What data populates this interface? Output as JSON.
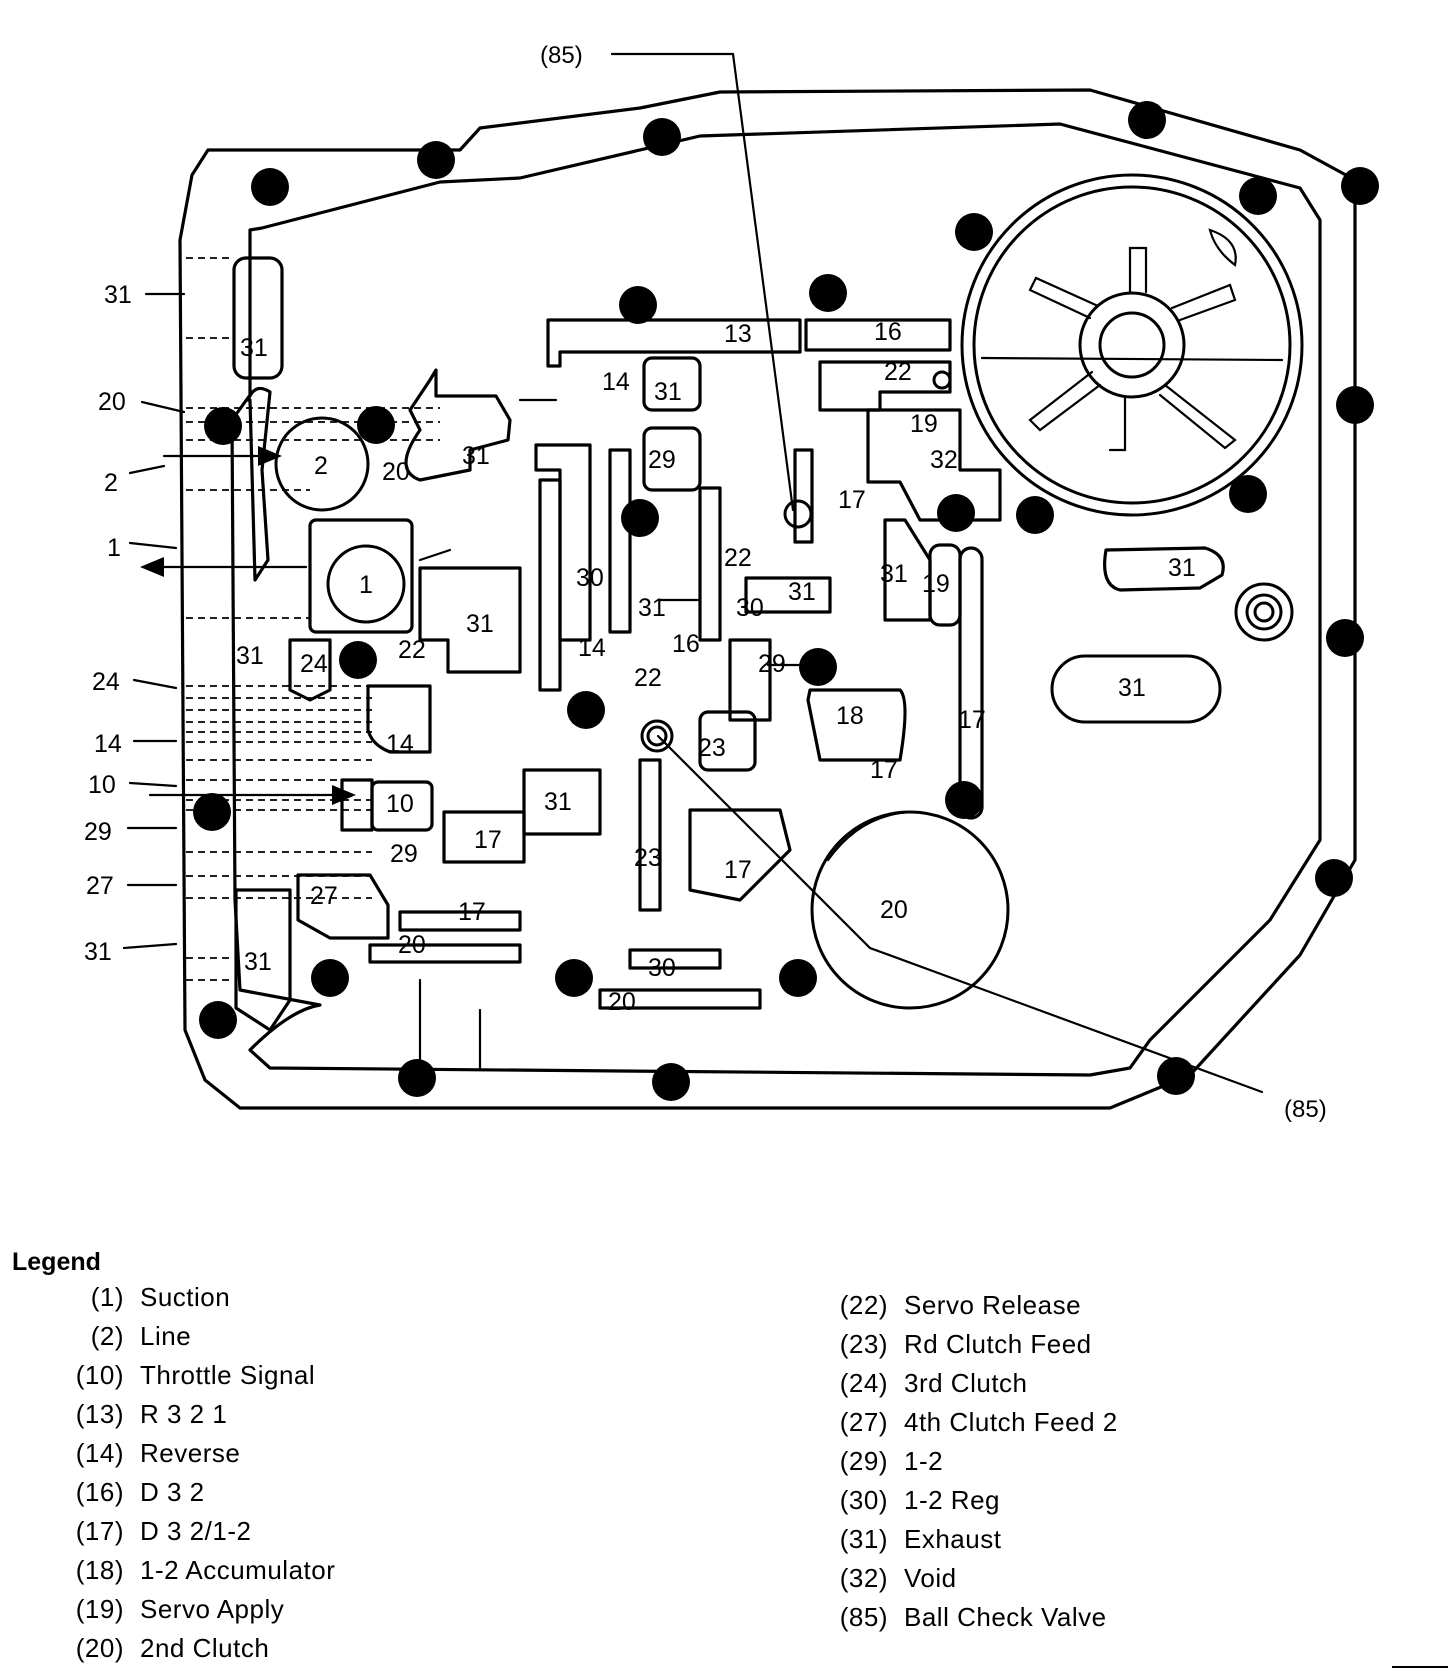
{
  "callouts": {
    "top": "(85)",
    "bottom": "(85)"
  },
  "left_labels": [
    "31",
    "20",
    "2",
    "1",
    "24",
    "14",
    "10",
    "29",
    "27",
    "31"
  ],
  "passages": {
    "p13": "13",
    "p16a": "16",
    "p22a": "22",
    "p19a": "19",
    "p32": "32",
    "p14a": "14",
    "p31a": "31",
    "p29a": "29",
    "p31b": "31",
    "p31c": "31",
    "p20a": "20",
    "p2": "2",
    "p1": "1",
    "p31d": "31",
    "p17a": "17",
    "p22b": "22",
    "p31e": "31",
    "p19b": "19",
    "p31f": "31",
    "p30a": "30",
    "p31g": "31",
    "p30b": "30",
    "p31h": "31",
    "p14b": "14",
    "p16b": "16",
    "p22c": "22",
    "p29b": "29",
    "p31i": "31",
    "p24": "24",
    "p22d": "22",
    "p14c": "14",
    "p18": "18",
    "p17b": "17",
    "p23a": "23",
    "p17c": "17",
    "p10": "10",
    "p31j": "31",
    "p17d": "17",
    "p29c": "29",
    "p23b": "23",
    "p17e": "17",
    "p27": "27",
    "p17f": "17",
    "p20b": "20",
    "p20c": "20",
    "p31k": "31",
    "p30c": "30",
    "p20d": "20"
  },
  "legend": {
    "title": "Legend",
    "left": [
      {
        "code": "(1)",
        "text": "Suction"
      },
      {
        "code": "(2)",
        "text": "Line"
      },
      {
        "code": "(10)",
        "text": "Throttle Signal"
      },
      {
        "code": "(13)",
        "text": "R 3 2 1"
      },
      {
        "code": "(14)",
        "text": "Reverse"
      },
      {
        "code": "(16)",
        "text": "D 3 2"
      },
      {
        "code": "(17)",
        "text": "D 3 2/1-2"
      },
      {
        "code": "(18)",
        "text": "1-2 Accumulator"
      },
      {
        "code": "(19)",
        "text": "Servo Apply"
      },
      {
        "code": "(20)",
        "text": "2nd Clutch"
      }
    ],
    "right": [
      {
        "code": "(22)",
        "text": "Servo Release"
      },
      {
        "code": "(23)",
        "text": "Rd Clutch Feed"
      },
      {
        "code": "(24)",
        "text": "3rd Clutch"
      },
      {
        "code": "(27)",
        "text": "4th Clutch Feed 2"
      },
      {
        "code": "(29)",
        "text": "1-2"
      },
      {
        "code": "(30)",
        "text": "1-2 Reg"
      },
      {
        "code": "(31)",
        "text": "Exhaust"
      },
      {
        "code": "(32)",
        "text": "Void"
      },
      {
        "code": "(85)",
        "text": "Ball Check Valve"
      }
    ]
  }
}
